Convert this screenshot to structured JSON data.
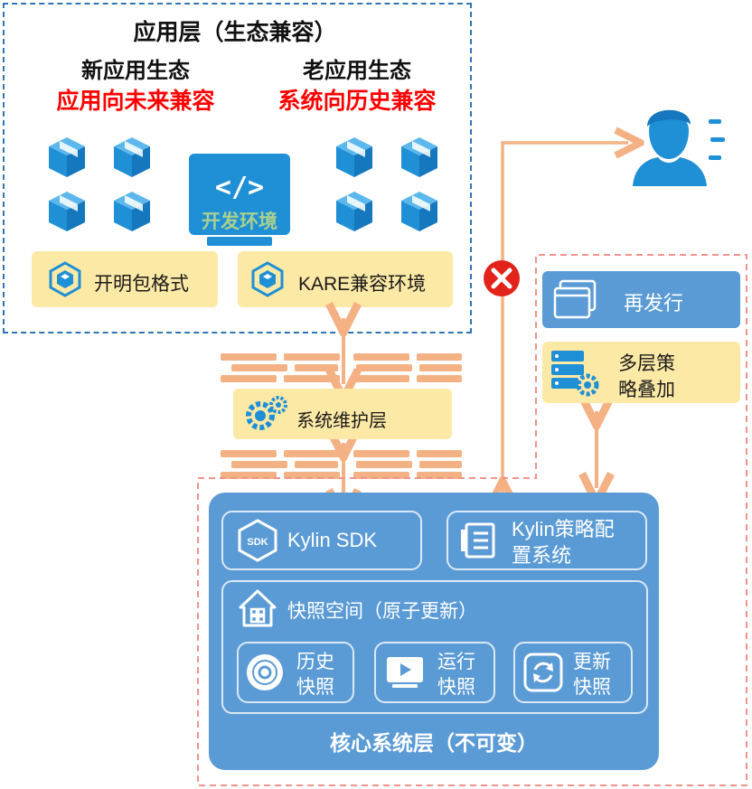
{
  "app_layer": {
    "title": "应用层（生态兼容）",
    "new_eco_title": "新应用生态",
    "new_eco_sub": "应用向未来兼容",
    "old_eco_title": "老应用生态",
    "old_eco_sub": "系统向历史兼容",
    "dev_env": "开发环境",
    "dev_code": "</>",
    "kaiming_pkg": "开明包格式",
    "kare_env": "KARE兼容环境"
  },
  "maintenance_layer": {
    "label": "系统维护层"
  },
  "right_panel": {
    "redistribute": "再发行",
    "multi_policy_line1": "多层策",
    "multi_policy_line2": "略叠加"
  },
  "core_layer": {
    "title": "核心系统层（不可变）",
    "sdk_label": "Kylin SDK",
    "sdk_badge": "SDK",
    "policy_line1": "Kylin策略配",
    "policy_line2": "置系统",
    "snapshot_space": "快照空间（原子更新）",
    "history_line1": "历史",
    "history_line2": "快照",
    "running_line1": "运行",
    "running_line2": "快照",
    "update_line1": "更新",
    "update_line2": "快照"
  },
  "colors": {
    "blue_dash": "#2e75b6",
    "icon_blue": "#1f8fd6",
    "red_text": "#ff0000",
    "yellow_box": "#fde9a6",
    "core_blue": "#5b9bd5",
    "pink_dash": "#f2938b",
    "arrow_orange": "#f4b183"
  }
}
